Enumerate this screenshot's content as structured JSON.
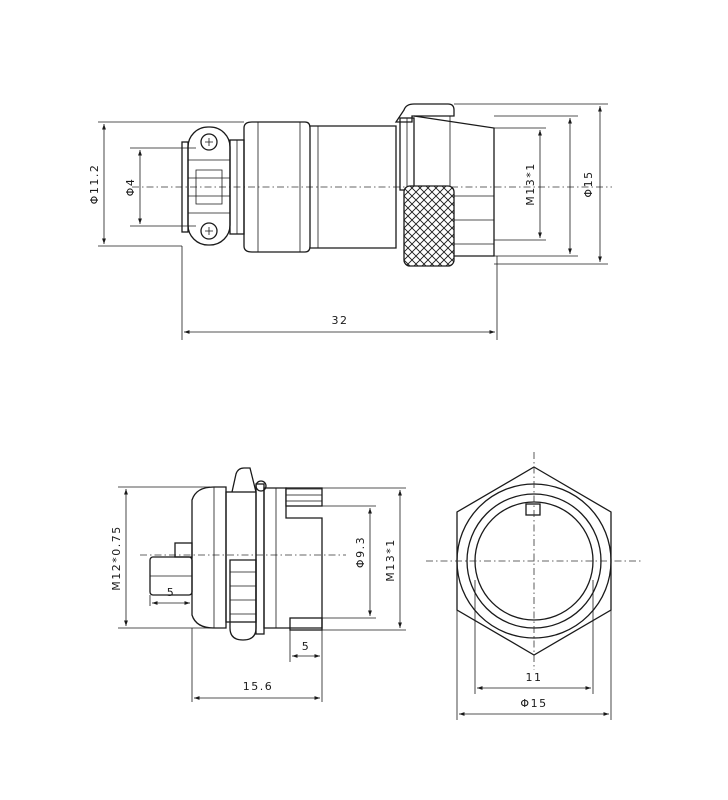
{
  "connector_side_view": {
    "dims": {
      "outer_diameter_left": "Φ11.2",
      "pin_diameter": "Φ4",
      "total_length": "32",
      "thread": "M13*1",
      "outer_diameter_right": "Φ15"
    }
  },
  "socket_side_view": {
    "dims": {
      "mount_thread": "M12*0.75",
      "pin_length": "5",
      "inner_diameter": "Φ9.3",
      "thread": "M13*1",
      "front_length": "5",
      "total_length": "15.6"
    }
  },
  "socket_front_view": {
    "dims": {
      "across_flats": "11",
      "outer_diameter": "Φ15"
    }
  },
  "colors": {
    "line": "#1a1a1a",
    "background": "#ffffff"
  }
}
